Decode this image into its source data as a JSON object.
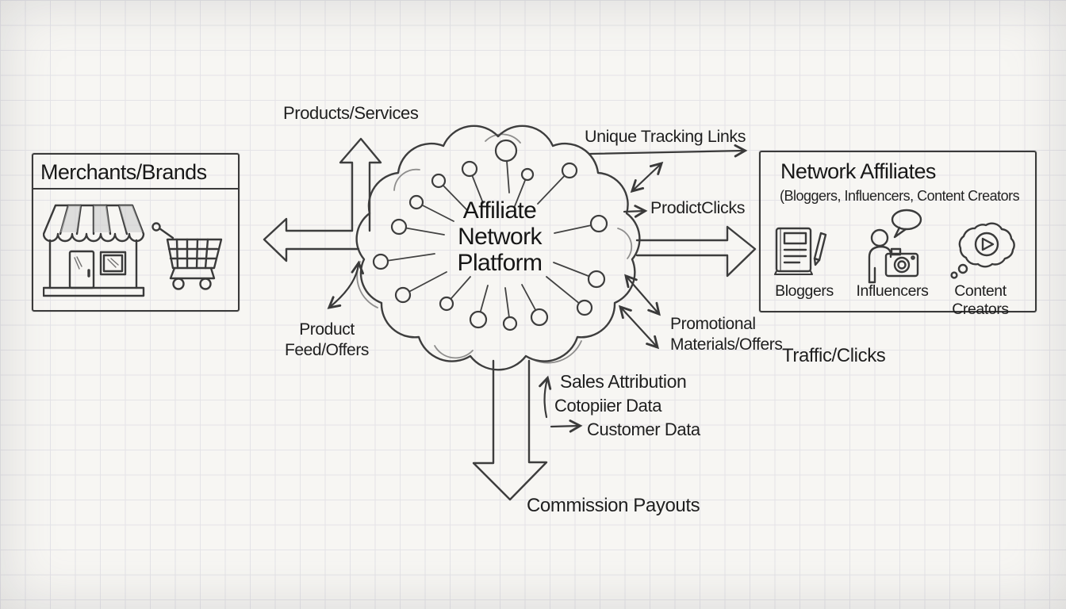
{
  "colors": {
    "ink": "#3a3a3a",
    "paper": "#f7f6f3",
    "grid_line": "#e4e3e7",
    "text": "#1f1f1f"
  },
  "cloud": {
    "line1": "Affiliate",
    "line2": "Network",
    "line3": "Platform"
  },
  "merchants_box": {
    "title": "Merchants/Brands",
    "icons": [
      "storefront-icon",
      "shopping-cart-icon"
    ]
  },
  "affiliates_box": {
    "title": "Network Affiliates",
    "subtitle": "(Bloggers, Influencers, Content Creators",
    "members": [
      {
        "label": "Bloggers",
        "icon": "blog-notebook-pencil-icon"
      },
      {
        "label": "Influencers",
        "icon": "influencer-camera-speech-icon"
      },
      {
        "label": "Content Creators",
        "icon": "thought-cloud-play-icon"
      }
    ]
  },
  "labels": {
    "products_services": "Products/Services",
    "unique_tracking_links": "Unique Tracking Links",
    "prodict_clicks": "ProdictClicks",
    "product_feed_line1": "Product",
    "product_feed_line2": "Feed/Offers",
    "promotional_line1": "Promotional",
    "promotional_line2": "Materials/Offers",
    "traffic_clicks": "Traffic/Clicks",
    "sales_attribution": "Sales Attribution",
    "cotopiier_data": "Cotopiier Data",
    "customer_data": "Customer Data",
    "commission_payouts": "Commission Payouts"
  }
}
